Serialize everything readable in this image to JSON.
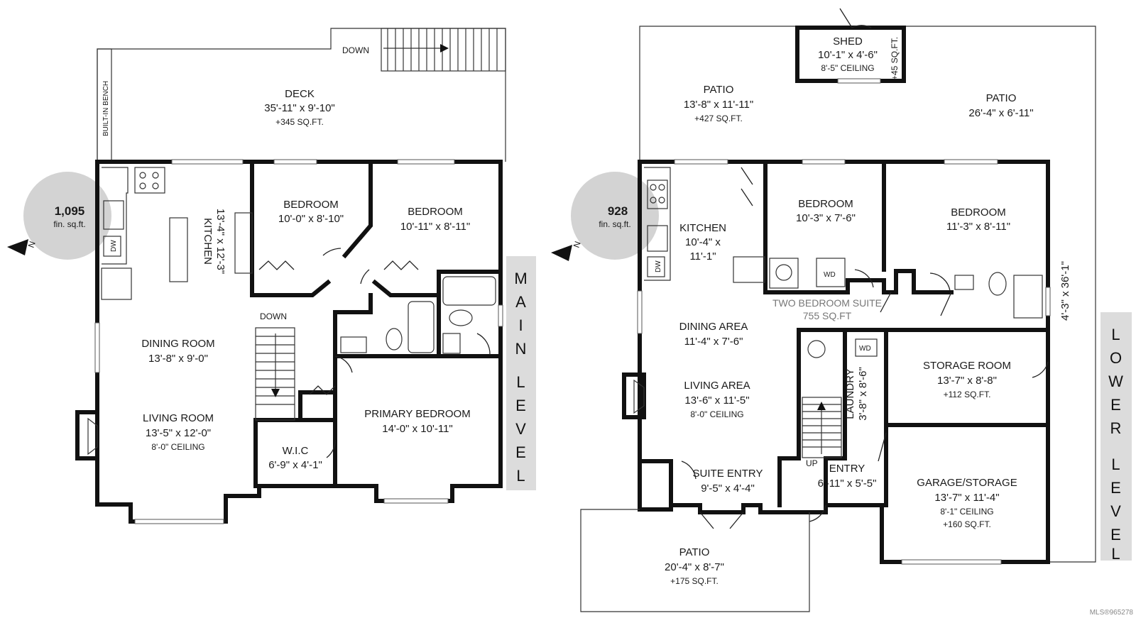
{
  "main_level": {
    "level_label": [
      "M",
      "A",
      "I",
      "N",
      "L",
      "E",
      "V",
      "E",
      "L"
    ],
    "area": {
      "value": "1,095",
      "unit": "fin. sq.ft."
    },
    "compass": "N",
    "labels": {
      "down_deck": "DOWN",
      "built_in_bench": "BUILT-IN BENCH",
      "down_stairs": "DOWN",
      "dw": "DW"
    },
    "rooms": [
      {
        "id": "deck",
        "name": "DECK",
        "dims": "35'-11\" x 9'-10\"",
        "extra": "+345 SQ.FT."
      },
      {
        "id": "kitchen",
        "name": "KITCHEN",
        "dims": "13'-4\" x 12'-3\""
      },
      {
        "id": "bedroom-1",
        "name": "BEDROOM",
        "dims": "10'-0\" x 8'-10\""
      },
      {
        "id": "bedroom-2",
        "name": "BEDROOM",
        "dims": "10'-11\" x 8'-11\""
      },
      {
        "id": "dining-room",
        "name": "DINING ROOM",
        "dims": "13'-8\" x 9'-0\""
      },
      {
        "id": "living-room",
        "name": "LIVING ROOM",
        "dims": "13'-5\" x 12'-0\"",
        "extra": "8'-0\" CEILING"
      },
      {
        "id": "wic",
        "name": "W.I.C",
        "dims": "6'-9\" x 4'-1\""
      },
      {
        "id": "primary-bedroom",
        "name": "PRIMARY BEDROOM",
        "dims": "14'-0\" x 10'-11\""
      }
    ]
  },
  "lower_level": {
    "level_label": [
      "L",
      "O",
      "W",
      "E",
      "R",
      "L",
      "E",
      "V",
      "E",
      "L"
    ],
    "area": {
      "value": "928",
      "unit": "fin. sq.ft."
    },
    "compass": "N",
    "suite": {
      "name": "TWO BEDROOM SUITE",
      "area": "755 SQ.FT"
    },
    "labels": {
      "shed_extra": "+45 SQ.FT.",
      "side_dims": "4'-3\" x 36'-1\"",
      "up": "UP",
      "dw": "DW",
      "wd": "WD"
    },
    "rooms": [
      {
        "id": "shed",
        "name": "SHED",
        "dims": "10'-1\" x 4'-6\"",
        "extra": "8'-5\" CEILING"
      },
      {
        "id": "patio-1",
        "name": "PATIO",
        "dims": "13'-8\" x 11'-11\"",
        "extra": "+427 SQ.FT."
      },
      {
        "id": "patio-2",
        "name": "PATIO",
        "dims": "26'-4\" x 6'-11\""
      },
      {
        "id": "kitchen",
        "name": "KITCHEN",
        "dims": "10'-4\" x",
        "dims2": "11'-1\""
      },
      {
        "id": "bedroom-1",
        "name": "BEDROOM",
        "dims": "10'-3\" x 7'-6\""
      },
      {
        "id": "bedroom-2",
        "name": "BEDROOM",
        "dims": "11'-3\" x 8'-11\""
      },
      {
        "id": "dining-area",
        "name": "DINING AREA",
        "dims": "11'-4\" x 7'-6\""
      },
      {
        "id": "living-area",
        "name": "LIVING AREA",
        "dims": "13'-6\" x 11'-5\"",
        "extra": "8'-0\" CEILING"
      },
      {
        "id": "laundry",
        "name": "LAUNDRY",
        "dims": "3'-8\" x 8'-6\""
      },
      {
        "id": "storage-room",
        "name": "STORAGE ROOM",
        "dims": "13'-7\" x 8'-8\"",
        "extra": "+112 SQ.FT."
      },
      {
        "id": "suite-entry",
        "name": "SUITE ENTRY",
        "dims": "9'-5\" x 4'-4\""
      },
      {
        "id": "entry",
        "name": "ENTRY",
        "dims": "6'-11\" x 5'-5\""
      },
      {
        "id": "garage-storage",
        "name": "GARAGE/STORAGE",
        "dims": "13'-7\" x 11'-4\"",
        "extra": "8'-1\" CEILING",
        "extra2": "+160 SQ.FT."
      },
      {
        "id": "patio-3",
        "name": "PATIO",
        "dims": "20'-4\" x 8'-7\"",
        "extra": "+175 SQ.FT."
      }
    ]
  },
  "mls_id": "MLS®965278"
}
